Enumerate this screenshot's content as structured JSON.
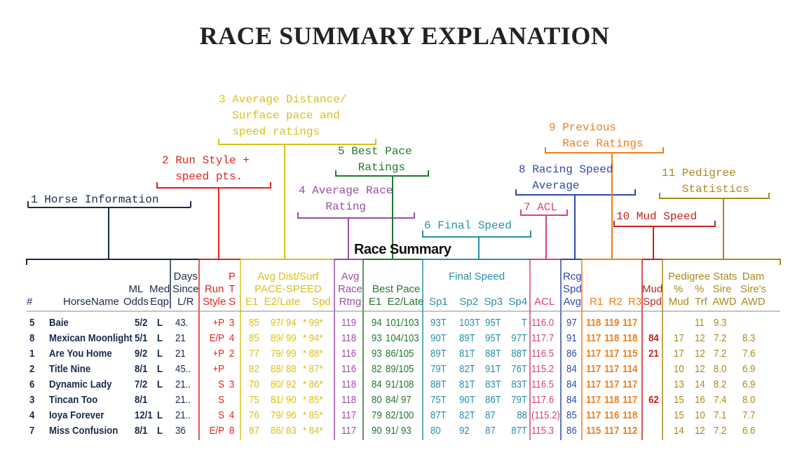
{
  "title": "RACE SUMMARY EXPLANATION",
  "subtitle": "Race Summary",
  "callouts": [
    {
      "id": "c1",
      "text": "1 Horse Information",
      "color": "#1a2a4a"
    },
    {
      "id": "c2",
      "text": "2 Run Style +\n  speed pts.",
      "color": "#e0231b"
    },
    {
      "id": "c3",
      "text": "3 Average Distance/\n  Surface pace and\n  speed ratings",
      "color": "#d8c01a"
    },
    {
      "id": "c4",
      "text": "4 Average Race\n    Rating",
      "color": "#9b4da6"
    },
    {
      "id": "c5",
      "text": "5 Best Pace\n   Ratings",
      "color": "#1f7a2c"
    },
    {
      "id": "c6",
      "text": "6 Final Speed",
      "color": "#2a8fa8"
    },
    {
      "id": "c7",
      "text": "7 ACL",
      "color": "#d9417f"
    },
    {
      "id": "c8",
      "text": "8 Racing Speed\n  Average",
      "color": "#2e4aa8"
    },
    {
      "id": "c9",
      "text": "9 Previous\n  Race Ratings",
      "color": "#f07d1a"
    },
    {
      "id": "c10",
      "text": "10 Mud Speed",
      "color": "#c6211a"
    },
    {
      "id": "c11",
      "text": "11 Pedigree\n   Statistics",
      "color": "#a88a1a"
    }
  ],
  "colors": {
    "horse": "#1a2a4a",
    "runstyle": "#e0231b",
    "avgdist": "#d8c01a",
    "avgrace": "#9b4da6",
    "bestpace": "#1f7a2c",
    "final": "#2a8fa8",
    "acl": "#d9417f",
    "rcg": "#2e4aa8",
    "prev": "#f07d1a",
    "mud": "#c6211a",
    "ped": "#a88a1a"
  },
  "headers": {
    "num": "#",
    "name": "HorseName",
    "ml": "ML\nOdds",
    "med": "Med\nEqp",
    "days": "Days\nSince\nL/R",
    "run": "Run\nStyle",
    "pts": "P\nT\nS",
    "avgdist": "Avg Dist/Surf\nPACE-SPEED\nE1  E2/Late    Spd",
    "avgrace": "Avg\nRace\nRtng",
    "bestpace": "Best Pace\nE1  E2/Late",
    "final": "Final Speed",
    "final_cols": "Sp1    Sp2  Sp3  Sp4",
    "acl": "ACL",
    "rcg": "Rcg\nSpd\nAvg",
    "prev": "R1  R2  R3",
    "mud": "Mud\nSpd",
    "ped": "Pedigree Stats\n%    %   Sire\nMud  Trf  AWD",
    "dam": "Dam\nSire's\nAWD"
  },
  "rows": [
    {
      "num": "5",
      "name": "Baie",
      "odds": "5/2",
      "med": "L",
      "days": "43.",
      "run": "+P",
      "pts": "3",
      "e1": "85",
      "e2": "97/ 94",
      "spd": "* 99*",
      "avg": "119",
      "b1": "94",
      "b2": "101/103",
      "sp1": "93T",
      "sp2": "103T",
      "sp3": "95T",
      "sp4": "T",
      "acl": "116.0",
      "rcg": "97",
      "r1": "118",
      "r2": "119",
      "r3": "117",
      "mud": "",
      "pmud": "",
      "ptrf": "11",
      "sire": "9.3",
      "dam": ""
    },
    {
      "num": "8",
      "name": "Mexican Moonlight",
      "odds": "5/1",
      "med": "L",
      "days": "21",
      "run": "E/P",
      "pts": "4",
      "e1": "85",
      "e2": "89/ 99",
      "spd": "* 94*",
      "avg": "118",
      "b1": "93",
      "b2": "104/103",
      "sp1": "90T",
      "sp2": "89T",
      "sp3": "95T",
      "sp4": "97T",
      "acl": "117.7",
      "rcg": "91",
      "r1": "117",
      "r2": "118",
      "r3": "118",
      "mud": "84",
      "pmud": "17",
      "ptrf": "12",
      "sire": "7.2",
      "dam": "8.3"
    },
    {
      "num": "1",
      "name": "Are You Home",
      "odds": "9/2",
      "med": "L",
      "days": "21",
      "run": "+P",
      "pts": "2",
      "e1": "77",
      "e2": "79/ 99",
      "spd": "* 88*",
      "avg": "116",
      "b1": "93",
      "b2": "86/105",
      "sp1": "89T",
      "sp2": "81T",
      "sp3": "88T",
      "sp4": "88T",
      "acl": "116.5",
      "rcg": "86",
      "r1": "117",
      "r2": "117",
      "r3": "115",
      "mud": "21",
      "pmud": "17",
      "ptrf": "12",
      "sire": "7.2",
      "dam": "7.6"
    },
    {
      "num": "2",
      "name": "Title Nine",
      "odds": "8/1",
      "med": "L",
      "days": "45..",
      "run": "+P",
      "pts": "",
      "e1": "82",
      "e2": "88/ 88",
      "spd": "* 87*",
      "avg": "116",
      "b1": "82",
      "b2": "89/105",
      "sp1": "79T",
      "sp2": "82T",
      "sp3": "91T",
      "sp4": "76T",
      "acl": "115.2",
      "rcg": "84",
      "r1": "117",
      "r2": "117",
      "r3": "114",
      "mud": "",
      "pmud": "10",
      "ptrf": "12",
      "sire": "8.0",
      "dam": "6.9"
    },
    {
      "num": "6",
      "name": "Dynamic Lady",
      "odds": "7/2",
      "med": "L",
      "days": "21..",
      "run": "S",
      "pts": "3",
      "e1": "70",
      "e2": "80/ 92",
      "spd": "* 86*",
      "avg": "118",
      "b1": "84",
      "b2": "91/108",
      "sp1": "88T",
      "sp2": "81T",
      "sp3": "83T",
      "sp4": "83T",
      "acl": "116.5",
      "rcg": "84",
      "r1": "117",
      "r2": "117",
      "r3": "117",
      "mud": "",
      "pmud": "13",
      "ptrf": "14",
      "sire": "8.2",
      "dam": "6.9"
    },
    {
      "num": "3",
      "name": "Tincan Too",
      "odds": "8/1",
      "med": "",
      "days": "21..",
      "run": "S",
      "pts": "",
      "e1": "75",
      "e2": "81/ 90",
      "spd": "* 85*",
      "avg": "118",
      "b1": "80",
      "b2": "84/ 97",
      "sp1": "75T",
      "sp2": "90T",
      "sp3": "86T",
      "sp4": "79T",
      "acl": "117.6",
      "rcg": "84",
      "r1": "117",
      "r2": "118",
      "r3": "117",
      "mud": "62",
      "pmud": "15",
      "ptrf": "16",
      "sire": "7.4",
      "dam": "8.0"
    },
    {
      "num": "4",
      "name": "Ioya Forever",
      "odds": "12/1",
      "med": "L",
      "days": "21..",
      "run": "S",
      "pts": "4",
      "e1": "76",
      "e2": "79/ 96",
      "spd": "* 85*",
      "avg": "117",
      "b1": "79",
      "b2": "82/100",
      "sp1": "87T",
      "sp2": "82T",
      "sp3": "87",
      "sp4": "88",
      "acl": "(115.2)",
      "rcg": "85",
      "r1": "117",
      "r2": "116",
      "r3": "118",
      "mud": "",
      "pmud": "15",
      "ptrf": "10",
      "sire": "7.1",
      "dam": "7.7"
    },
    {
      "num": "7",
      "name": "Miss Confusion",
      "odds": "8/1",
      "med": "L",
      "days": "36",
      "run": "E/P",
      "pts": "8",
      "e1": "87",
      "e2": "86/ 83",
      "spd": "* 84*",
      "avg": "117",
      "b1": "90",
      "b2": "91/ 93",
      "sp1": "80",
      "sp2": "92",
      "sp3": "87",
      "sp4": "87T",
      "acl": "115.3",
      "rcg": "86",
      "r1": "115",
      "r2": "117",
      "r3": "112",
      "mud": "",
      "pmud": "14",
      "ptrf": "12",
      "sire": "7.2",
      "dam": "6.6"
    }
  ]
}
